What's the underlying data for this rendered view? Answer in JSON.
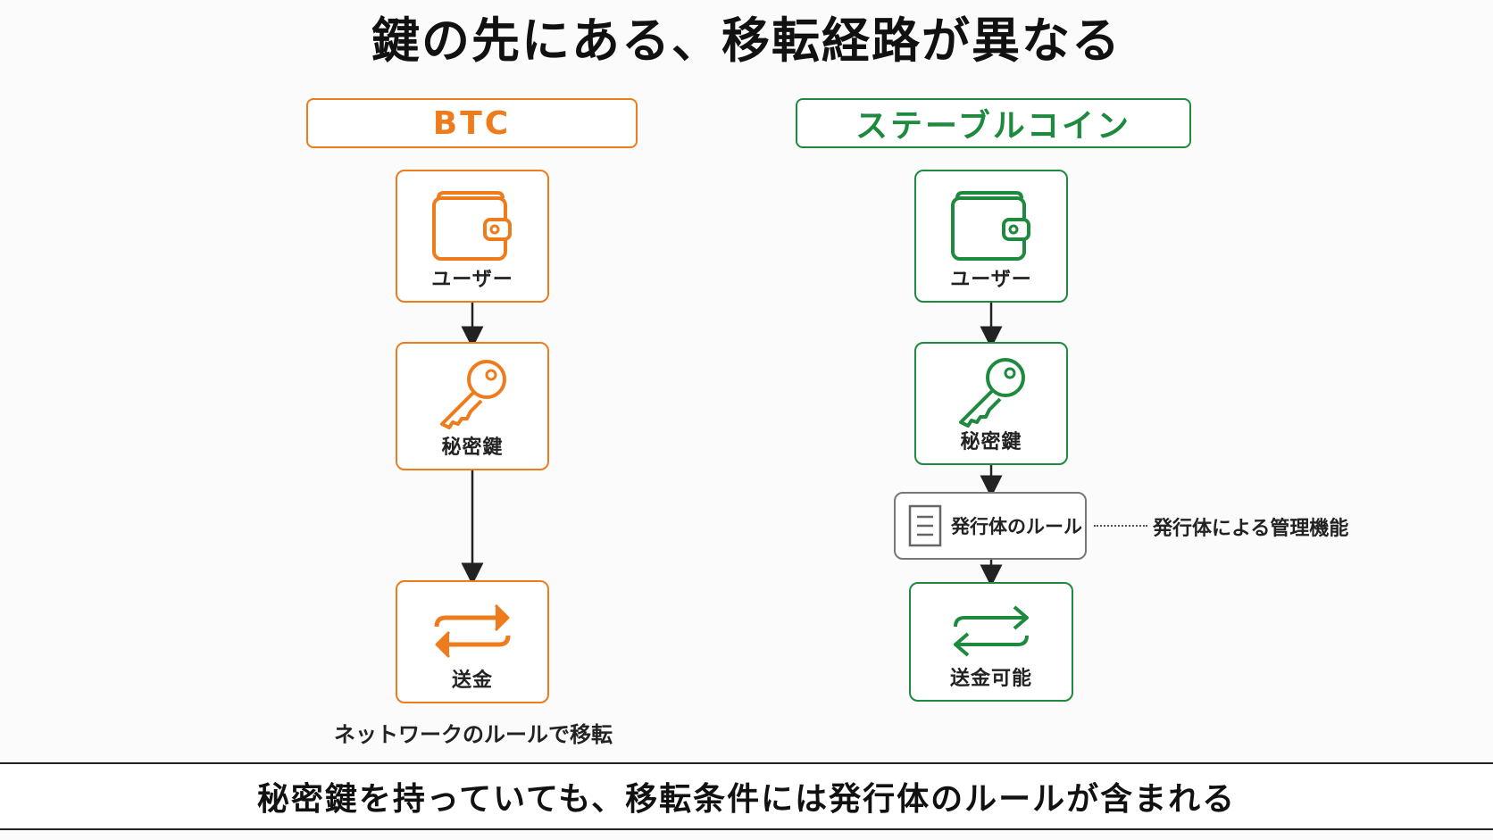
{
  "title": "鍵の先にある、移転経路が異なる",
  "colors": {
    "btc": "#ee7c1c",
    "stablecoin": "#1e8a3e",
    "rule": "#777777"
  },
  "btc": {
    "header": "BTC",
    "nodes": [
      {
        "icon": "wallet-icon",
        "label": "ユーザー"
      },
      {
        "icon": "key-icon",
        "label": "秘密鍵"
      },
      {
        "icon": "transfer-icon",
        "label": "送金"
      }
    ],
    "caption": "ネットワークのルールで移転"
  },
  "stablecoin": {
    "header": "ステーブルコイン",
    "nodes": [
      {
        "icon": "wallet-icon",
        "label": "ユーザー"
      },
      {
        "icon": "key-icon",
        "label": "秘密鍵"
      },
      {
        "icon": "transfer-icon",
        "label": "送金可能"
      }
    ],
    "rule": {
      "icon": "document-icon",
      "label": "発行体のルール"
    },
    "rule_note": "発行体による管理機能"
  },
  "footer": "秘密鍵を持っていても、移転条件には発行体のルールが含まれる"
}
